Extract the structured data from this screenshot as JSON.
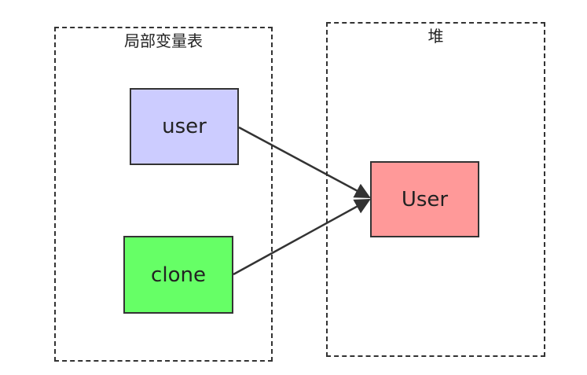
{
  "local_vars": {
    "title": "局部变量表",
    "nodes": {
      "user": {
        "label": "user",
        "color": "#ccccff"
      },
      "clone": {
        "label": "clone",
        "color": "#66ff66"
      }
    }
  },
  "heap": {
    "title": "堆",
    "nodes": {
      "User": {
        "label": "User",
        "color": "#ff9999"
      }
    }
  },
  "edges": [
    {
      "from": "user",
      "to": "User"
    },
    {
      "from": "clone",
      "to": "User"
    }
  ],
  "colors": {
    "stroke": "#333333"
  }
}
